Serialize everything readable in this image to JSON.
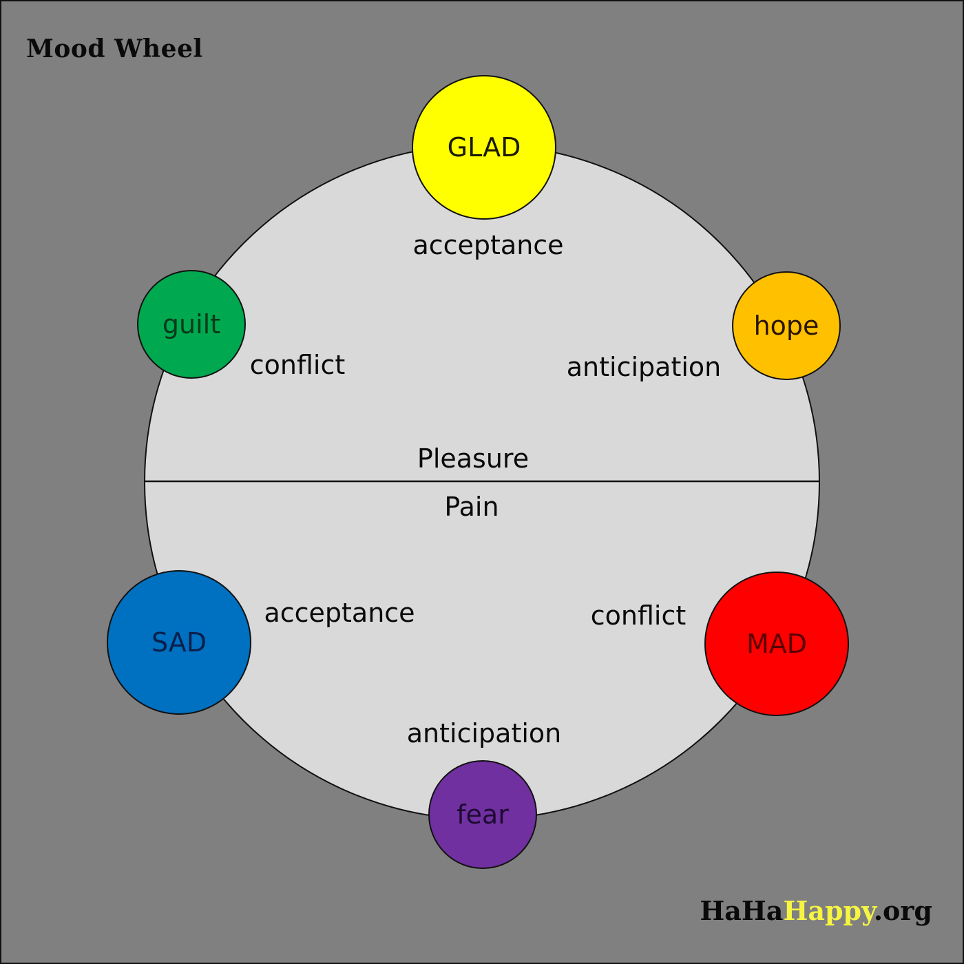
{
  "title": "Mood Wheel",
  "footer": {
    "part1": "HaHa",
    "part2": "Happy",
    "part3": ".org",
    "highlight_color": "#f5f542"
  },
  "colors": {
    "background": "#808080",
    "wheel_fill": "#d9d9d9",
    "outline": "#111111"
  },
  "halves": {
    "top": "Pleasure",
    "bottom": "Pain"
  },
  "nodes": {
    "glad": {
      "label": "GLAD",
      "color": "#ffff00",
      "text_color": "#1a1a00"
    },
    "hope": {
      "label": "hope",
      "color": "#ffc000",
      "text_color": "#2a1400"
    },
    "guilt": {
      "label": "guilt",
      "color": "#00a84f",
      "text_color": "#0a3a1a"
    },
    "sad": {
      "label": "SAD",
      "color": "#0070c0",
      "text_color": "#0a1f4a"
    },
    "mad": {
      "label": "MAD",
      "color": "#ff0000",
      "text_color": "#5a0000"
    },
    "fear": {
      "label": "fear",
      "color": "#7030a0",
      "text_color": "#1e0a33"
    }
  },
  "links": {
    "glad_acceptance": "acceptance",
    "guilt_conflict": "conflict",
    "hope_anticipation": "anticipation",
    "sad_acceptance": "acceptance",
    "mad_conflict": "conflict",
    "fear_anticipation": "anticipation"
  }
}
